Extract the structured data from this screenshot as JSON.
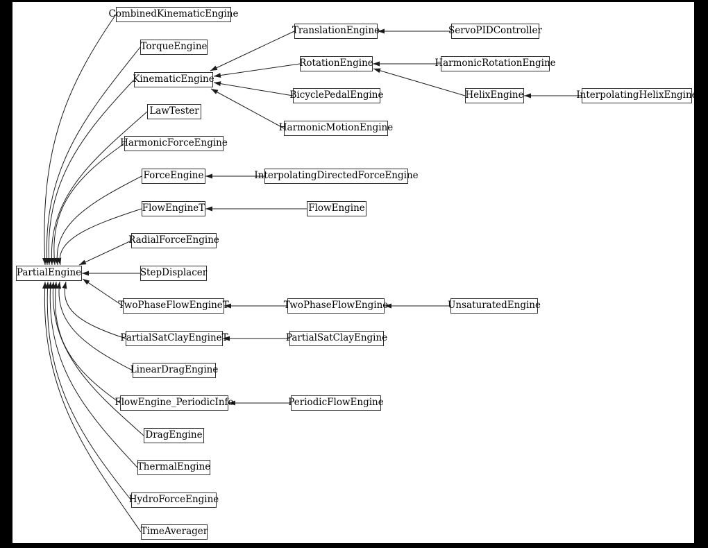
{
  "diagram": {
    "colors": {
      "page_background": "#000000",
      "canvas_background": "#ffffff",
      "node_fill": "#ffffff",
      "node_border": "#2f2f2f",
      "edge": "#1b1b1b",
      "text": "#000000"
    },
    "nodes": [
      {
        "id": "PartialEngine",
        "label": "PartialEngine"
      },
      {
        "id": "CombinedKinematicEngine",
        "label": "CombinedKinematicEngine"
      },
      {
        "id": "TorqueEngine",
        "label": "TorqueEngine"
      },
      {
        "id": "KinematicEngine",
        "label": "KinematicEngine"
      },
      {
        "id": "TranslationEngine",
        "label": "TranslationEngine"
      },
      {
        "id": "ServoPIDController",
        "label": "ServoPIDController"
      },
      {
        "id": "RotationEngine",
        "label": "RotationEngine"
      },
      {
        "id": "HarmonicRotationEngine",
        "label": "HarmonicRotationEngine"
      },
      {
        "id": "BicyclePedalEngine",
        "label": "BicyclePedalEngine"
      },
      {
        "id": "HelixEngine",
        "label": "HelixEngine"
      },
      {
        "id": "InterpolatingHelixEngine",
        "label": "InterpolatingHelixEngine"
      },
      {
        "id": "HarmonicMotionEngine",
        "label": "HarmonicMotionEngine"
      },
      {
        "id": "LawTester",
        "label": "LawTester"
      },
      {
        "id": "HarmonicForceEngine",
        "label": "HarmonicForceEngine"
      },
      {
        "id": "ForceEngine",
        "label": "ForceEngine"
      },
      {
        "id": "InterpolatingDirectedForceEngine",
        "label": "InterpolatingDirectedForceEngine"
      },
      {
        "id": "FlowEngineT",
        "label": "FlowEngineT"
      },
      {
        "id": "FlowEngine",
        "label": "FlowEngine"
      },
      {
        "id": "RadialForceEngine",
        "label": "RadialForceEngine"
      },
      {
        "id": "StepDisplacer",
        "label": "StepDisplacer"
      },
      {
        "id": "TwoPhaseFlowEngineT",
        "label": "TwoPhaseFlowEngineT"
      },
      {
        "id": "TwoPhaseFlowEngine",
        "label": "TwoPhaseFlowEngine"
      },
      {
        "id": "UnsaturatedEngine",
        "label": "UnsaturatedEngine"
      },
      {
        "id": "PartialSatClayEngineT",
        "label": "PartialSatClayEngineT"
      },
      {
        "id": "PartialSatClayEngine",
        "label": "PartialSatClayEngine"
      },
      {
        "id": "LinearDragEngine",
        "label": "LinearDragEngine"
      },
      {
        "id": "FlowEngine_PeriodicInfo",
        "label": "FlowEngine_PeriodicInfo"
      },
      {
        "id": "PeriodicFlowEngine",
        "label": "PeriodicFlowEngine"
      },
      {
        "id": "DragEngine",
        "label": "DragEngine"
      },
      {
        "id": "ThermalEngine",
        "label": "ThermalEngine"
      },
      {
        "id": "HydroForceEngine",
        "label": "HydroForceEngine"
      },
      {
        "id": "TimeAverager",
        "label": "TimeAverager"
      }
    ],
    "edges": [
      {
        "from": "CombinedKinematicEngine",
        "to": "PartialEngine"
      },
      {
        "from": "TorqueEngine",
        "to": "PartialEngine"
      },
      {
        "from": "KinematicEngine",
        "to": "PartialEngine"
      },
      {
        "from": "LawTester",
        "to": "PartialEngine"
      },
      {
        "from": "HarmonicForceEngine",
        "to": "PartialEngine"
      },
      {
        "from": "ForceEngine",
        "to": "PartialEngine"
      },
      {
        "from": "FlowEngineT",
        "to": "PartialEngine"
      },
      {
        "from": "RadialForceEngine",
        "to": "PartialEngine"
      },
      {
        "from": "StepDisplacer",
        "to": "PartialEngine"
      },
      {
        "from": "TwoPhaseFlowEngineT",
        "to": "PartialEngine"
      },
      {
        "from": "PartialSatClayEngineT",
        "to": "PartialEngine"
      },
      {
        "from": "LinearDragEngine",
        "to": "PartialEngine"
      },
      {
        "from": "FlowEngine_PeriodicInfo",
        "to": "PartialEngine"
      },
      {
        "from": "DragEngine",
        "to": "PartialEngine"
      },
      {
        "from": "ThermalEngine",
        "to": "PartialEngine"
      },
      {
        "from": "HydroForceEngine",
        "to": "PartialEngine"
      },
      {
        "from": "TimeAverager",
        "to": "PartialEngine"
      },
      {
        "from": "TranslationEngine",
        "to": "KinematicEngine"
      },
      {
        "from": "RotationEngine",
        "to": "KinematicEngine"
      },
      {
        "from": "BicyclePedalEngine",
        "to": "KinematicEngine"
      },
      {
        "from": "HarmonicMotionEngine",
        "to": "KinematicEngine"
      },
      {
        "from": "ServoPIDController",
        "to": "TranslationEngine"
      },
      {
        "from": "HarmonicRotationEngine",
        "to": "RotationEngine"
      },
      {
        "from": "HelixEngine",
        "to": "RotationEngine"
      },
      {
        "from": "InterpolatingHelixEngine",
        "to": "HelixEngine"
      },
      {
        "from": "InterpolatingDirectedForceEngine",
        "to": "ForceEngine"
      },
      {
        "from": "FlowEngine",
        "to": "FlowEngineT"
      },
      {
        "from": "TwoPhaseFlowEngine",
        "to": "TwoPhaseFlowEngineT"
      },
      {
        "from": "UnsaturatedEngine",
        "to": "TwoPhaseFlowEngine"
      },
      {
        "from": "PartialSatClayEngine",
        "to": "PartialSatClayEngineT"
      },
      {
        "from": "PeriodicFlowEngine",
        "to": "FlowEngine_PeriodicInfo"
      }
    ]
  }
}
